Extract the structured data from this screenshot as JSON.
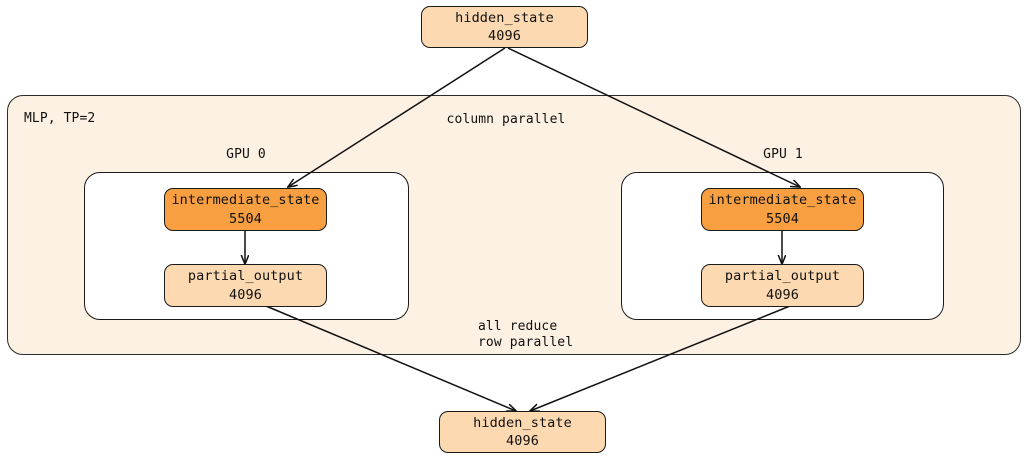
{
  "diagram": {
    "title_label": "MLP, TP=2",
    "stage_labels": {
      "column_parallel": "column parallel",
      "all_reduce": "all reduce",
      "row_parallel": "row parallel"
    },
    "gpu_labels": {
      "gpu0": "GPU 0",
      "gpu1": "GPU 1"
    },
    "nodes": {
      "input_hidden_state": {
        "name": "hidden_state",
        "value": "4096"
      },
      "gpu0_intermediate": {
        "name": "intermediate_state",
        "value": "5504"
      },
      "gpu0_partial": {
        "name": "partial_output",
        "value": "4096"
      },
      "gpu1_intermediate": {
        "name": "intermediate_state",
        "value": "5504"
      },
      "gpu1_partial": {
        "name": "partial_output",
        "value": "4096"
      },
      "output_hidden_state": {
        "name": "hidden_state",
        "value": "4096"
      }
    },
    "colors": {
      "peach_fill": "#fcd9b0",
      "orange_fill": "#f79f41",
      "group_fill": "#fdf1e3",
      "inner_fill": "#ffffff",
      "stroke": "#1a1a1a",
      "background": "#ffffff"
    }
  }
}
